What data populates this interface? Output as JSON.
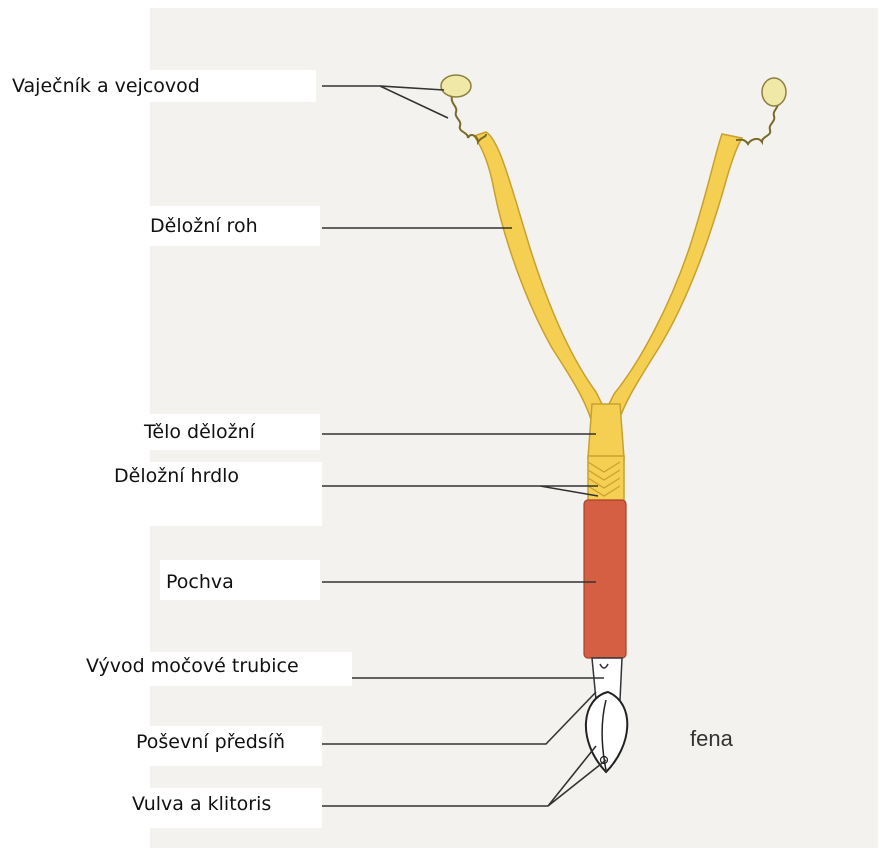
{
  "labels": {
    "ovary_oviduct": "Vaječník a vejcovod",
    "uterine_horn": "Děložní roh",
    "uterine_body": "Tělo děložní",
    "cervix": "Děložní hrdlo",
    "vagina": "Pochva",
    "urethral_opening": "Vývod močové trubice",
    "vestibule": "Poševní předsíň",
    "vulva_clitoris": "Vulva a klitoris"
  },
  "caption": "fena",
  "colors": {
    "background_panel": "#f3f2ee",
    "uterus": "#f5cf52",
    "uterus_outline": "#c9a02c",
    "ovary": "#efe8a6",
    "vagina": "#d45f42",
    "vestibule": "#ffffff",
    "leader_line": "#333333"
  }
}
